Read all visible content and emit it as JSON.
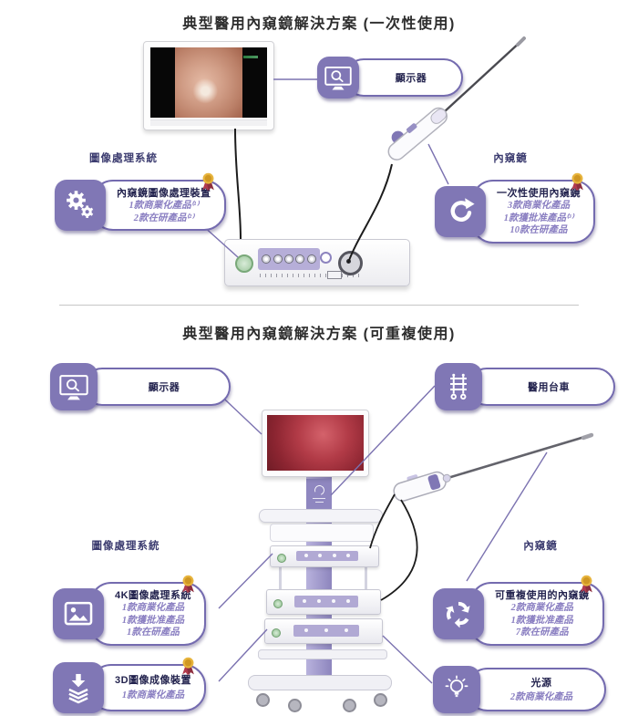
{
  "s1": {
    "title": "典型醫用內窺鏡解決方案 (一次性使用)",
    "label_left": "圖像處理系統",
    "label_right": "內窺鏡",
    "display_badge": "顯示器",
    "processor_badge": {
      "title": "內窺鏡圖像處理裝置",
      "line1": "1款商業化產品⁽¹⁾",
      "line2": "2款在研產品⁽²⁾"
    },
    "single_use_badge": {
      "title": "一次性使用內窺鏡",
      "line1": "3款商業化產品",
      "line2": "1款獲批准產品⁽³⁾",
      "line3": "10款在研產品"
    }
  },
  "s2": {
    "title": "典型醫用內窺鏡解決方案 (可重複使用)",
    "label_left": "圖像處理系統",
    "label_right": "內窺鏡",
    "display_badge": "顯示器",
    "cart_badge": "醫用台車",
    "badge_4k": {
      "title": "4K圖像處理系統",
      "line1": "1款商業化產品",
      "line2": "1款獲批准產品",
      "line3": "1款在研產品"
    },
    "badge_reusable": {
      "title": "可重複使用的內窺鏡",
      "line1": "2款商業化產品",
      "line2": "1款獲批准產品",
      "line3": "7款在研產品"
    },
    "badge_3d": {
      "title": "3D圖像成像裝置",
      "line1": "1款商業化產品"
    },
    "badge_light": {
      "title": "光源",
      "line1": "2款商業化產品"
    }
  },
  "icons": {
    "display": "monitor-search-icon",
    "processor": "gears-icon",
    "single_use": "curved-arrow-icon",
    "cart": "cart-icon",
    "fourk": "image-icon",
    "reusable": "recycle-icon",
    "threed": "layers-download-icon",
    "light": "bulb-icon",
    "award": "award-ribbon-icon"
  },
  "colors": {
    "badge_purple": "#8077b5",
    "badge_border": "#746baf",
    "product_text": "#8b80c2",
    "label_text": "#3c3c70",
    "title_text": "#2d2d2d",
    "medal_gold": "#e7b43d",
    "medal_ribbon": "#b23a4e"
  }
}
